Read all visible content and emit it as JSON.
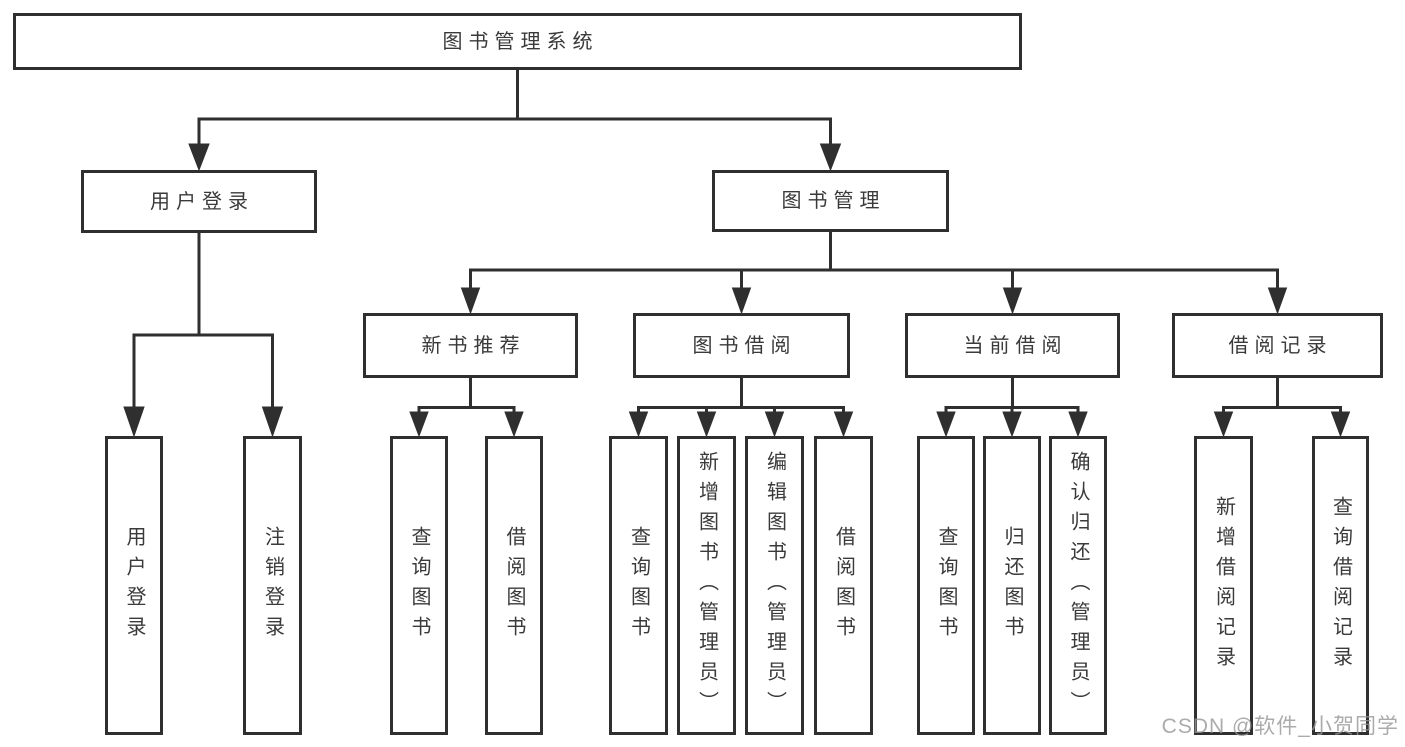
{
  "diagram_type": "hierarchy-tree",
  "colors": {
    "line": "#2f2f2f",
    "node_border": "#2f2f2f",
    "node_text": "#3a3a3a",
    "background": "#ffffff",
    "watermark_text_color": "#969696"
  },
  "watermark": {
    "text": "CSDN @软件_小贺同学"
  },
  "tree": {
    "root": {
      "label": "图书管理系统",
      "children": [
        {
          "label": "用户登录",
          "children": [
            {
              "label": "用户登录"
            },
            {
              "label": "注销登录"
            }
          ]
        },
        {
          "label": "图书管理",
          "children": [
            {
              "label": "新书推荐",
              "children": [
                {
                  "label": "查询图书"
                },
                {
                  "label": "借阅图书"
                }
              ]
            },
            {
              "label": "图书借阅",
              "children": [
                {
                  "label": "查询图书"
                },
                {
                  "label": "新增图书（管理员）"
                },
                {
                  "label": "编辑图书（管理员）"
                },
                {
                  "label": "借阅图书"
                }
              ]
            },
            {
              "label": "当前借阅",
              "children": [
                {
                  "label": "查询图书"
                },
                {
                  "label": "归还图书"
                },
                {
                  "label": "确认归还（管理员）"
                }
              ]
            },
            {
              "label": "借阅记录",
              "children": [
                {
                  "label": "新增借阅记录"
                },
                {
                  "label": "查询借阅记录"
                }
              ]
            }
          ]
        }
      ]
    }
  }
}
